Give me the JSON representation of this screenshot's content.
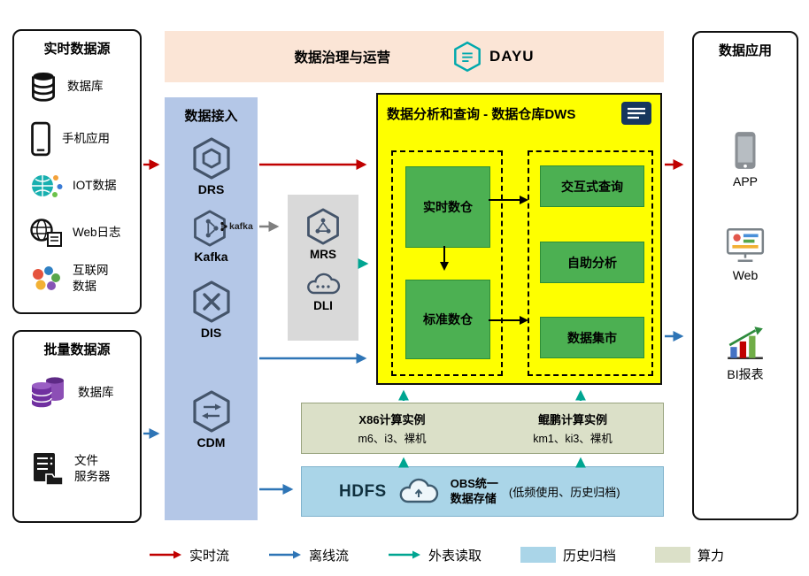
{
  "realtime_sources": {
    "title": "实时数据源",
    "items": [
      {
        "label": "数据库",
        "icon": "database-icon"
      },
      {
        "label": "手机应用",
        "icon": "mobile-phone-icon"
      },
      {
        "label": "IOT数据",
        "icon": "iot-icon"
      },
      {
        "label": "Web日志",
        "icon": "web-log-icon"
      },
      {
        "label": "互联网\n数据",
        "icon": "internet-data-icon"
      }
    ]
  },
  "batch_sources": {
    "title": "批量数据源",
    "items": [
      {
        "label": "数据库",
        "icon": "database-purple-icon"
      },
      {
        "label": "文件\n服务器",
        "icon": "file-server-icon"
      }
    ]
  },
  "governance": {
    "title": "数据治理与运营",
    "brand": "DAYU"
  },
  "ingestion": {
    "title": "数据接入",
    "items": [
      {
        "label": "DRS"
      },
      {
        "label": "Kafka",
        "wordmark": "kafka"
      },
      {
        "label": "DIS"
      },
      {
        "label": "CDM"
      }
    ]
  },
  "middleware": {
    "items": [
      {
        "label": "MRS"
      },
      {
        "label": "DLI"
      }
    ]
  },
  "dws": {
    "title": "数据分析和查询 - 数据仓库DWS",
    "warehouses": [
      "实时数仓",
      "标准数仓"
    ],
    "services": [
      "交互式查询",
      "自助分析",
      "数据集市"
    ]
  },
  "compute": {
    "x86": {
      "title": "X86计算实例",
      "subtitle": "m6、i3、裸机"
    },
    "kunpeng": {
      "title": "鲲鹏计算实例",
      "subtitle": "km1、ki3、裸机"
    }
  },
  "storage": {
    "hdfs": "HDFS",
    "obs_line1": "OBS统一",
    "obs_line2": "数据存储",
    "note": "(低频使用、历史归档)"
  },
  "applications": {
    "title": "数据应用",
    "items": [
      {
        "label": "APP",
        "icon": "app-phone-icon"
      },
      {
        "label": "Web",
        "icon": "web-app-icon"
      },
      {
        "label": "BI报表",
        "icon": "bi-report-icon"
      }
    ]
  },
  "legend": {
    "realtime": "实时流",
    "offline": "离线流",
    "external": "外表读取",
    "archive": "历史归档",
    "compute": "算力"
  },
  "colors": {
    "realtime_flow": "#C00000",
    "offline_flow": "#2E75B6",
    "external_read": "#00A591",
    "dws_background": "#FEFF00",
    "warehouse_green": "#4CB052",
    "governance_peach": "#FBE5D6",
    "ingestion_blue": "#B4C7E7",
    "middleware_gray": "#D9D9D9",
    "compute_sage": "#DBE0C8",
    "archive_blue": "#AAD5E8"
  }
}
